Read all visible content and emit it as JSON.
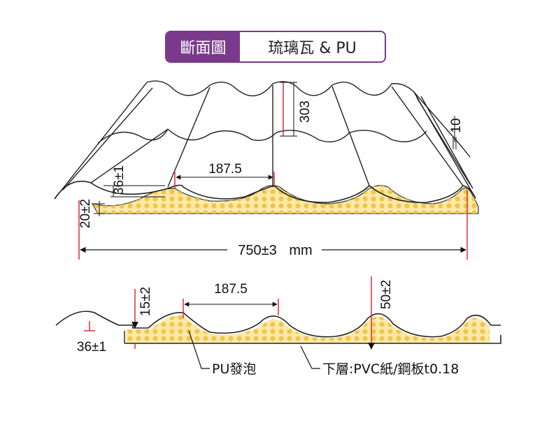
{
  "title": {
    "tag": "斷面圖",
    "name": "琉璃瓦 & PU"
  },
  "top_view": {
    "dim_height": "303",
    "dim_thickness": "10",
    "dim_pitch": "187.5",
    "dim_rib": "36±1",
    "dim_edge": "20±2",
    "dim_width": "750±3",
    "dim_width_unit": "mm"
  },
  "section_view": {
    "dim_pitch": "187.5",
    "dim_foam_min": "15±2",
    "dim_foam_max": "50±2",
    "dim_rib": "36±1",
    "label_foam": "PU發泡",
    "label_bottom": "下層:PVC紙/鋼板t0.18"
  },
  "colors": {
    "title_bg": "#7a3a8c",
    "foam": "#fbe9a8",
    "foam_dot": "#f2c54a",
    "dim_line": "#d81e2a"
  }
}
